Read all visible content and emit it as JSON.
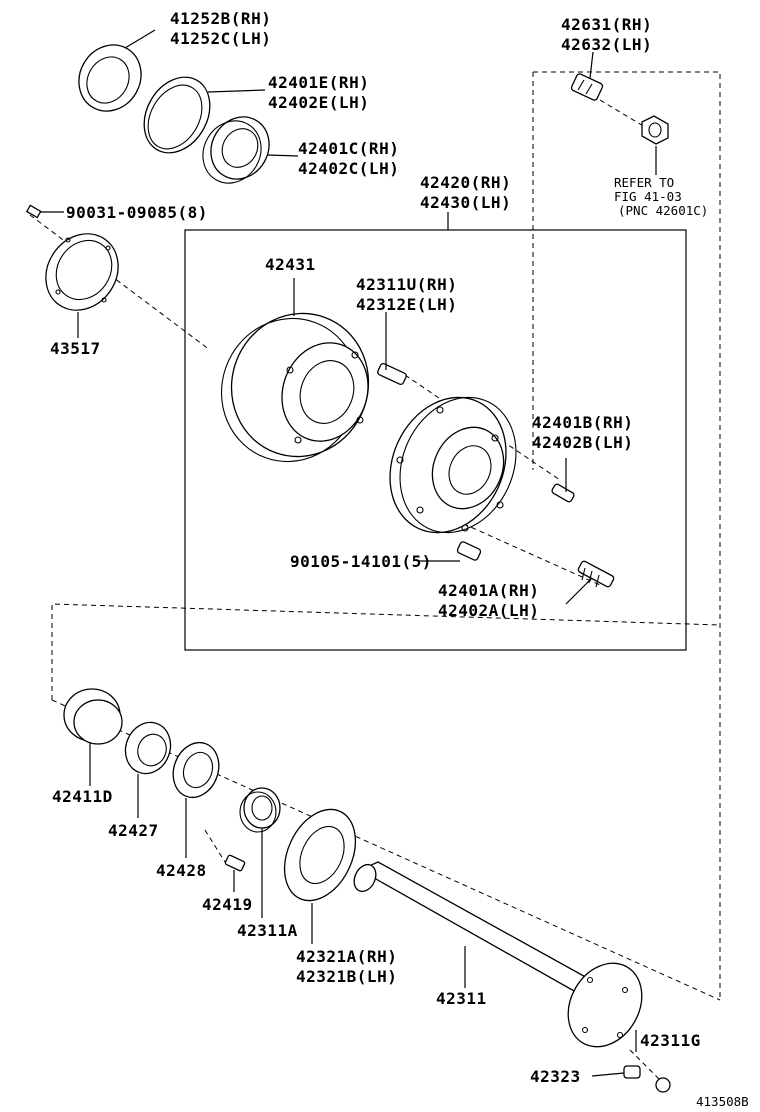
{
  "labels": {
    "l41252": [
      "41252B(RH)",
      "41252C(LH)"
    ],
    "l42631": [
      "42631(RH)",
      "42632(LH)"
    ],
    "l42401e": [
      "42401E(RH)",
      "42402E(LH)"
    ],
    "l42401c": [
      "42401C(RH)",
      "42402C(LH)"
    ],
    "l42420": [
      "42420(RH)",
      "42430(LH)"
    ],
    "l90031": "90031-09085(8)",
    "l43517": "43517",
    "l42431": "42431",
    "l42311u": [
      "42311U(RH)",
      "42312E(LH)"
    ],
    "l42401b": [
      "42401B(RH)",
      "42402B(LH)"
    ],
    "l90105": "90105-14101(5)",
    "l42401a": [
      "42401A(RH)",
      "42402A(LH)"
    ],
    "l42411d": "42411D",
    "l42427": "42427",
    "l42428": "42428",
    "l42419": "42419",
    "l42311a": "42311A",
    "l42321a": [
      "42321A(RH)",
      "42321B(LH)"
    ],
    "l42311": "42311",
    "l42311g": "42311G",
    "l42323": "42323",
    "refer": [
      "REFER TO",
      "FIG 41-03",
      "(PNC 42601C)"
    ],
    "figure_id": "413508B"
  }
}
